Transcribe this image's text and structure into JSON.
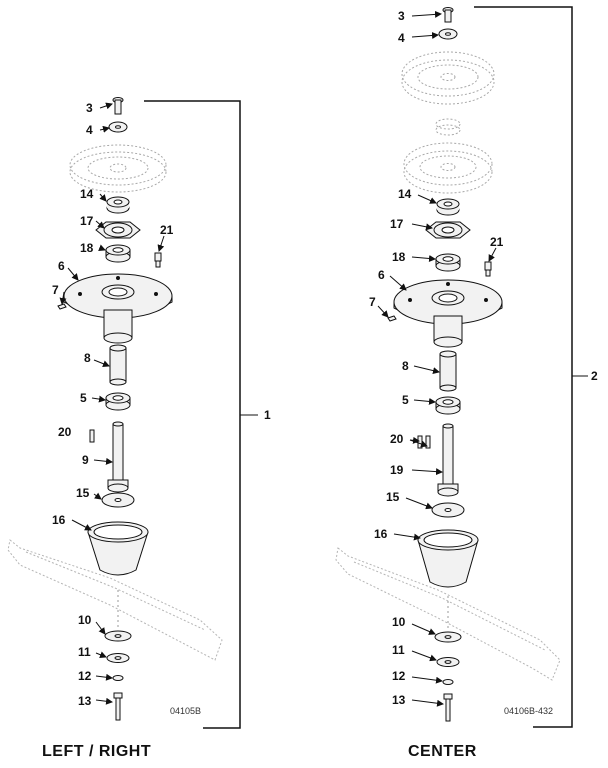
{
  "assemblies": {
    "left": {
      "title": "LEFT / RIGHT",
      "code": "04105B",
      "assembly_number": "1",
      "callouts": [
        "3",
        "4",
        "14",
        "17",
        "18",
        "21",
        "6",
        "7",
        "8",
        "5",
        "20",
        "9",
        "15",
        "16",
        "10",
        "11",
        "12",
        "13"
      ]
    },
    "center": {
      "title": "CENTER",
      "code": "04106B-432",
      "assembly_number": "2",
      "callouts": [
        "3",
        "4",
        "14",
        "17",
        "18",
        "21",
        "6",
        "7",
        "8",
        "5",
        "20",
        "19",
        "15",
        "16",
        "10",
        "11",
        "12",
        "13"
      ]
    }
  },
  "colors": {
    "line": "#111111",
    "part_fill": "#f2f2f2",
    "ghost": "#b5b5b5"
  }
}
